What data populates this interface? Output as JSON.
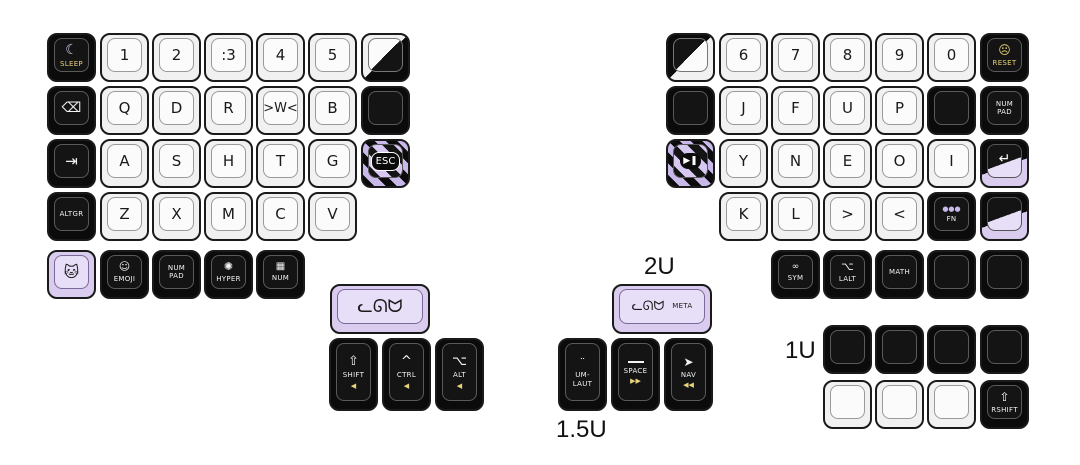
{
  "size_labels": {
    "two_u": "2U",
    "one_u": "1U",
    "one_half_u": "1.5U"
  },
  "left": {
    "row1": {
      "sleep": "SLEEP",
      "k1": "1",
      "k2": "2",
      "k3": ":3",
      "k4": "4",
      "k5": "5"
    },
    "row2": {
      "q": "Q",
      "d": "D",
      "r": "R",
      "w": ">W<",
      "b": "B"
    },
    "row3": {
      "tab": "⇥",
      "a": "A",
      "s": "S",
      "h": "H",
      "t": "T",
      "g": "G",
      "esc": "ESC"
    },
    "row4": {
      "altgr": "ALTGR",
      "z": "Z",
      "x": "X",
      "m": "M",
      "c": "C",
      "v": "V"
    },
    "row5": {
      "emoji": "EMOJI",
      "numpad": "NUM PAD",
      "hyper": "HYPER",
      "num": "NUM"
    },
    "thumb": {
      "shift": "SHIFT",
      "ctrl": "CTRL",
      "alt": "ALT"
    }
  },
  "right": {
    "row1": {
      "k6": "6",
      "k7": "7",
      "k8": "8",
      "k9": "9",
      "k0": "0",
      "reset": "RESET"
    },
    "row2": {
      "j": "J",
      "f": "F",
      "u": "U",
      "p": "P",
      "numpad": "NUM PAD"
    },
    "row3": {
      "y": "Y",
      "n": "N",
      "e": "E",
      "o": "O",
      "i": "I",
      "enter": "↵"
    },
    "row4": {
      "k": "K",
      "l": "L",
      "gt": ">",
      "lt": "<",
      "fn": "FN"
    },
    "row5": {
      "sym": "SYM",
      "lalt": "LALT",
      "math": "MATH"
    },
    "thumb": {
      "umlaut": "UM-LAUT",
      "space": "SPACE",
      "nav": "NAV",
      "meta": "META"
    },
    "cluster": {
      "rshift": "RSHIFT"
    }
  }
}
